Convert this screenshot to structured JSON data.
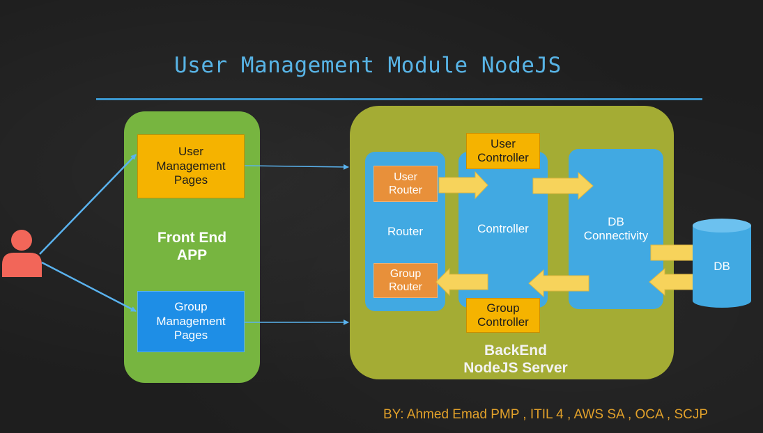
{
  "title": "User Management Module NodeJS",
  "frontend": {
    "label": "Front End\nAPP",
    "user_pages": "User\nManagement\nPages",
    "group_pages": "Group\nManagement\nPages"
  },
  "backend": {
    "label": "BackEnd\nNodeJS Server",
    "router": "Router",
    "user_router": "User\nRouter",
    "group_router": "Group\nRouter",
    "controller": "Controller",
    "user_controller": "User\nController",
    "group_controller": "Group\nController",
    "db_connectivity": "DB\nConnectivity"
  },
  "db": "DB",
  "credit": "BY: Ahmed Emad PMP , ITIL 4 , AWS SA , OCA ,  SCJP",
  "colors": {
    "title": "#58b4e6",
    "frontend_panel": "#77b540",
    "backend_panel": "#a4ac34",
    "column_blue": "#41a9e2",
    "page_orange": "#f5b300",
    "router_orange": "#e8903a",
    "group_blue": "#1e8ee6",
    "arrow_yellow": "#f7d35b",
    "user_icon": "#f26659",
    "credit": "#e2a12a"
  }
}
